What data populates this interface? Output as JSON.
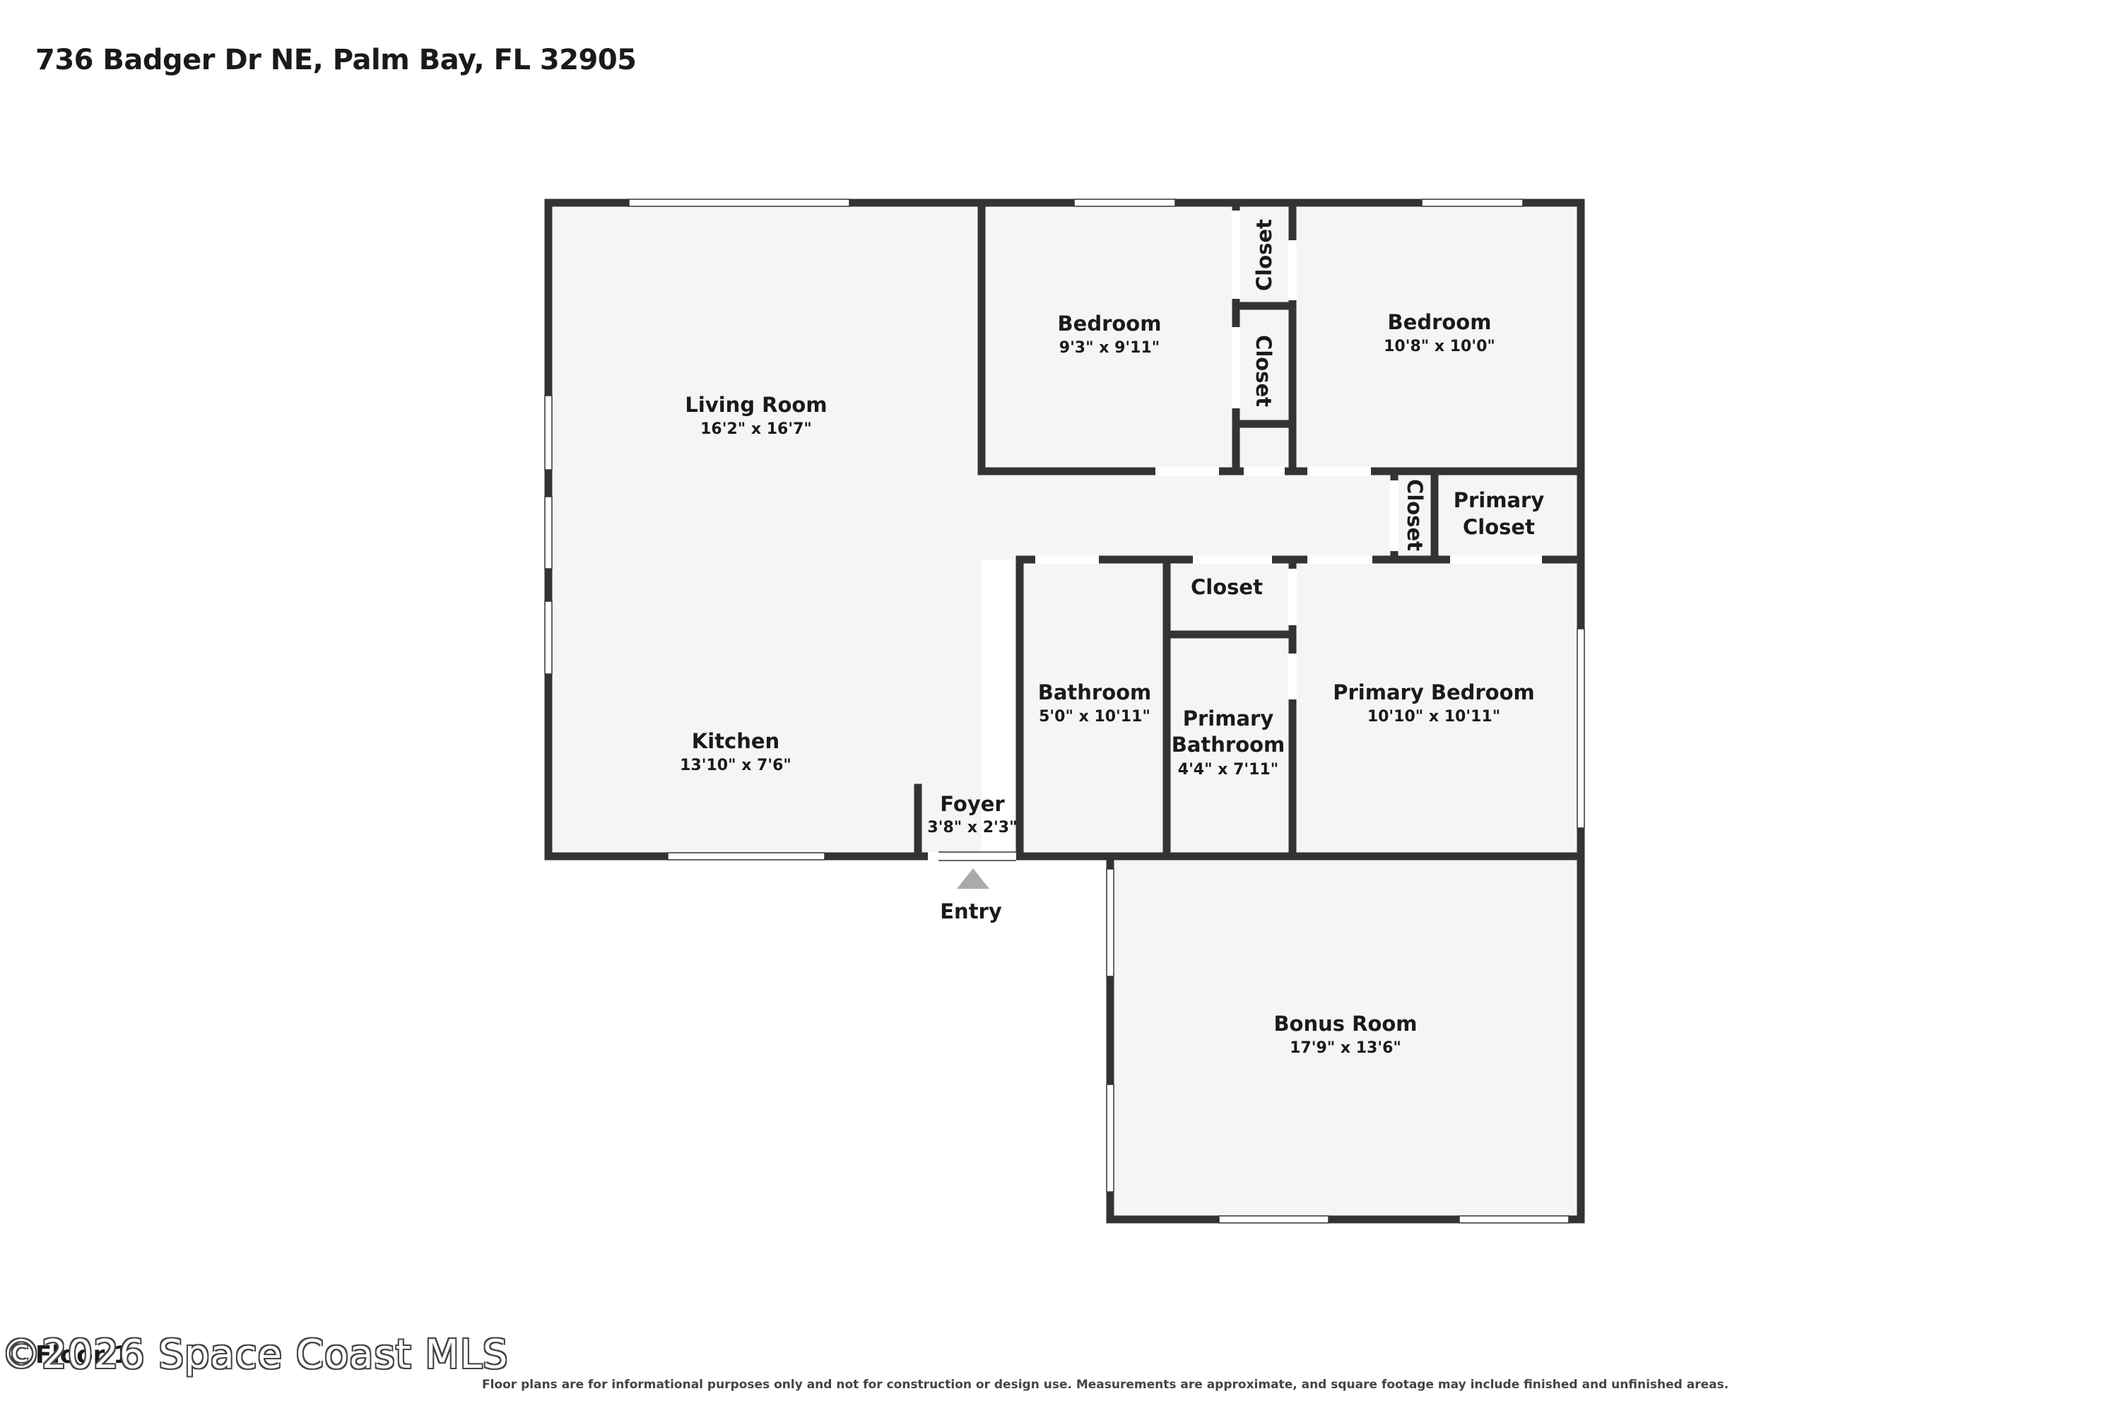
{
  "address": "736 Badger Dr NE, Palm Bay, FL 32905",
  "floor_label": "Floor 1",
  "watermark": "©2026 Space Coast MLS",
  "disclaimer": "Floor plans are for informational purposes only and not for construction or design use. Measurements are approximate, and square footage may include finished and unfinished areas.",
  "colors": {
    "wall": "#333333",
    "floor": "#f5f5f5",
    "window": "#ffffff",
    "entry_arrow": "#aaaaaa"
  },
  "rooms": {
    "living_room": {
      "name": "Living Room",
      "dims": "16'2\" x 16'7\""
    },
    "kitchen": {
      "name": "Kitchen",
      "dims": "13'10\" x 7'6\""
    },
    "bedroom_1": {
      "name": "Bedroom",
      "dims": "9'3\" x 9'11\""
    },
    "bedroom_2": {
      "name": "Bedroom",
      "dims": "10'8\" x 10'0\""
    },
    "closet_a": {
      "name": "Closet"
    },
    "closet_b": {
      "name": "Closet"
    },
    "closet_c": {
      "name": "Closet"
    },
    "closet_d": {
      "name": "Closet"
    },
    "primary_closet": {
      "name_line1": "Primary",
      "name_line2": "Closet"
    },
    "bathroom": {
      "name": "Bathroom",
      "dims": "5'0\" x 10'11\""
    },
    "primary_bathroom": {
      "name_line1": "Primary",
      "name_line2": "Bathroom",
      "dims": "4'4\" x 7'11\""
    },
    "primary_bedroom": {
      "name": "Primary Bedroom",
      "dims": "10'10\" x 10'11\""
    },
    "foyer": {
      "name": "Foyer",
      "dims": "3'8\" x 2'3\""
    },
    "bonus_room": {
      "name": "Bonus Room",
      "dims": "17'9\" x 13'6\""
    }
  },
  "entry_label": "Entry"
}
